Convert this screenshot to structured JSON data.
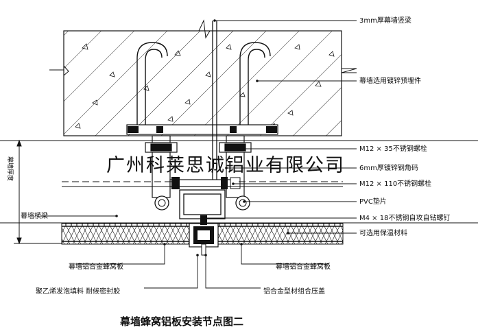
{
  "title": "幕墙蜂窝铝板安装节点图二",
  "watermark": "广州科莱思诚铝业有限公司",
  "labels": {
    "mullion": "3mm厚幕墙竖梁",
    "embedded_part": "幕墙选用镀锌预埋件",
    "bolt_m12x35": "M12 × 35不锈钢螺栓",
    "angle_code": "6mm厚镀锌钢角码",
    "bolt_m12x110": "M12 × 110不锈钢螺栓",
    "pvc_gasket": "PVC垫片",
    "screw_m4x18": "M4 × 18不锈钢自攻自钻螺钉",
    "insulation": "可选用保温材料",
    "honeycomb_left": "幕墙铝合金蜂窝板",
    "honeycomb_right": "幕墙铝合金蜂窝板",
    "foam_sealant": "聚乙烯发泡填料 耐候密封胶",
    "pressure_cap": "铝合金型材组合压盖",
    "curtain_thickness": "幕墙厚度",
    "transom": "幕墙横梁"
  },
  "colors": {
    "line": "#111111",
    "panel_fill": "#ffffff",
    "dark": "#1a1a1a"
  }
}
